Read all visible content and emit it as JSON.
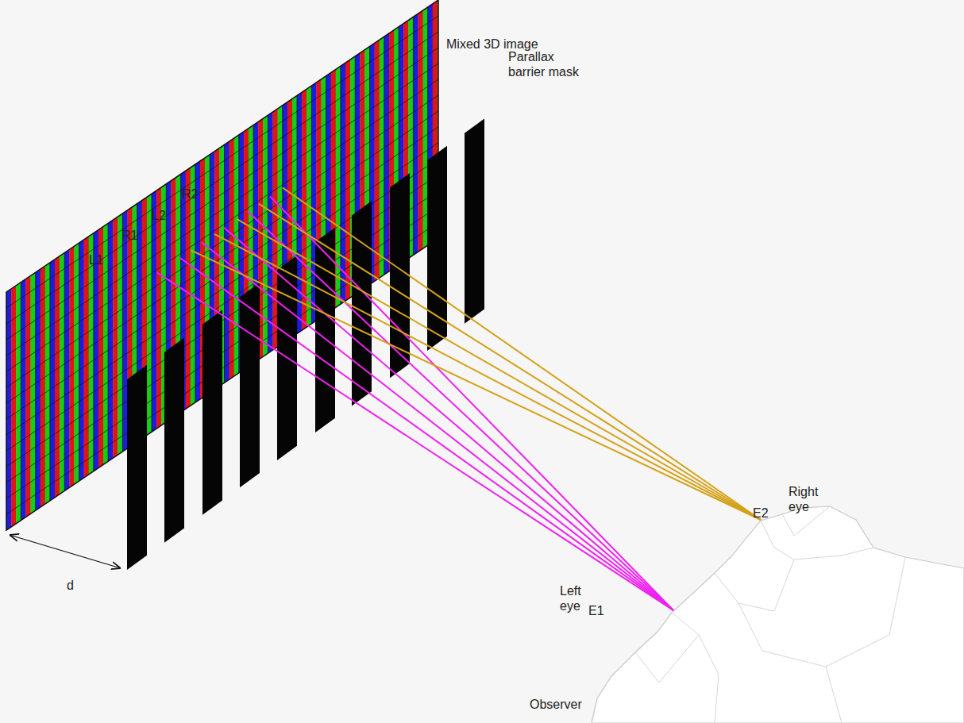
{
  "diagram": {
    "labels": [
      "Mixed 3D image",
      "L1",
      "R1",
      "L2",
      "R2",
      "Parallax barrier mask",
      "d",
      "Right eye",
      "E2",
      "Left eye",
      "E1",
      "Observer"
    ]
  }
}
